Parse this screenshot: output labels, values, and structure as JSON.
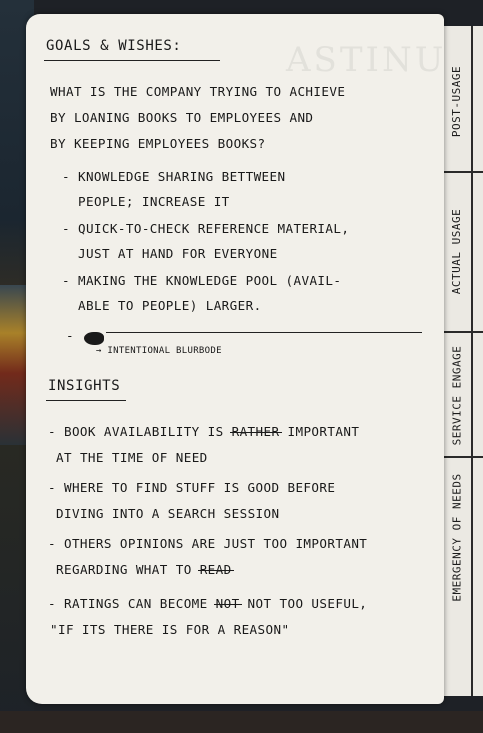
{
  "notebook": {
    "goals_heading": "GOALS & WISHES:",
    "goals_lines": [
      "WHAT IS THE COMPANY TRYING TO ACHIEVE",
      "BY LOANING BOOKS TO EMPLOYEES AND",
      "BY KEEPING EMPLOYEES BOOKS?"
    ],
    "goals_bullets": [
      "- KNOWLEDGE SHARING BETTWEEN",
      "PEOPLE; INCREASE IT",
      "- QUICK-TO-CHECK REFERENCE MATERIAL,",
      "JUST AT HAND FOR EVERYONE",
      "- MAKING THE KNOWLEDGE POOL (AVAIL-",
      "ABLE TO PEOPLE) LARGER."
    ],
    "blurbode_note": "→ INTENTIONAL BLURBODE",
    "insights_heading": "INSIGHTS",
    "insights": [
      {
        "pre": "- BOOK AVAILABILITY IS ",
        "struck": "RATHER",
        "post": " IMPORTANT"
      },
      {
        "pre": "AT THE TIME OF NEED",
        "struck": "",
        "post": ""
      },
      {
        "pre": "- WHERE TO FIND STUFF IS GOOD BEFORE",
        "struck": "",
        "post": ""
      },
      {
        "pre": "DIVING INTO A SEARCH SESSION",
        "struck": "",
        "post": ""
      },
      {
        "pre": "- OTHERS OPINIONS ARE JUST TOO IMPORTANT",
        "struck": "",
        "post": ""
      },
      {
        "pre": "REGARDING WHAT TO ",
        "struck": "",
        "post": "",
        "underlined": "READ"
      },
      {
        "pre": "- RATINGS CAN BECOME ",
        "struck": "NOT",
        "post": " NOT TOO USEFUL,"
      },
      {
        "pre": "\"IF ITS THERE IS FOR A REASON\"",
        "struck": "",
        "post": ""
      }
    ]
  },
  "side_tabs": [
    "POST-USAGE",
    "ACTUAL USAGE",
    "SERVICE ENGAGE",
    "EMERGENCY OF NEEDS"
  ]
}
